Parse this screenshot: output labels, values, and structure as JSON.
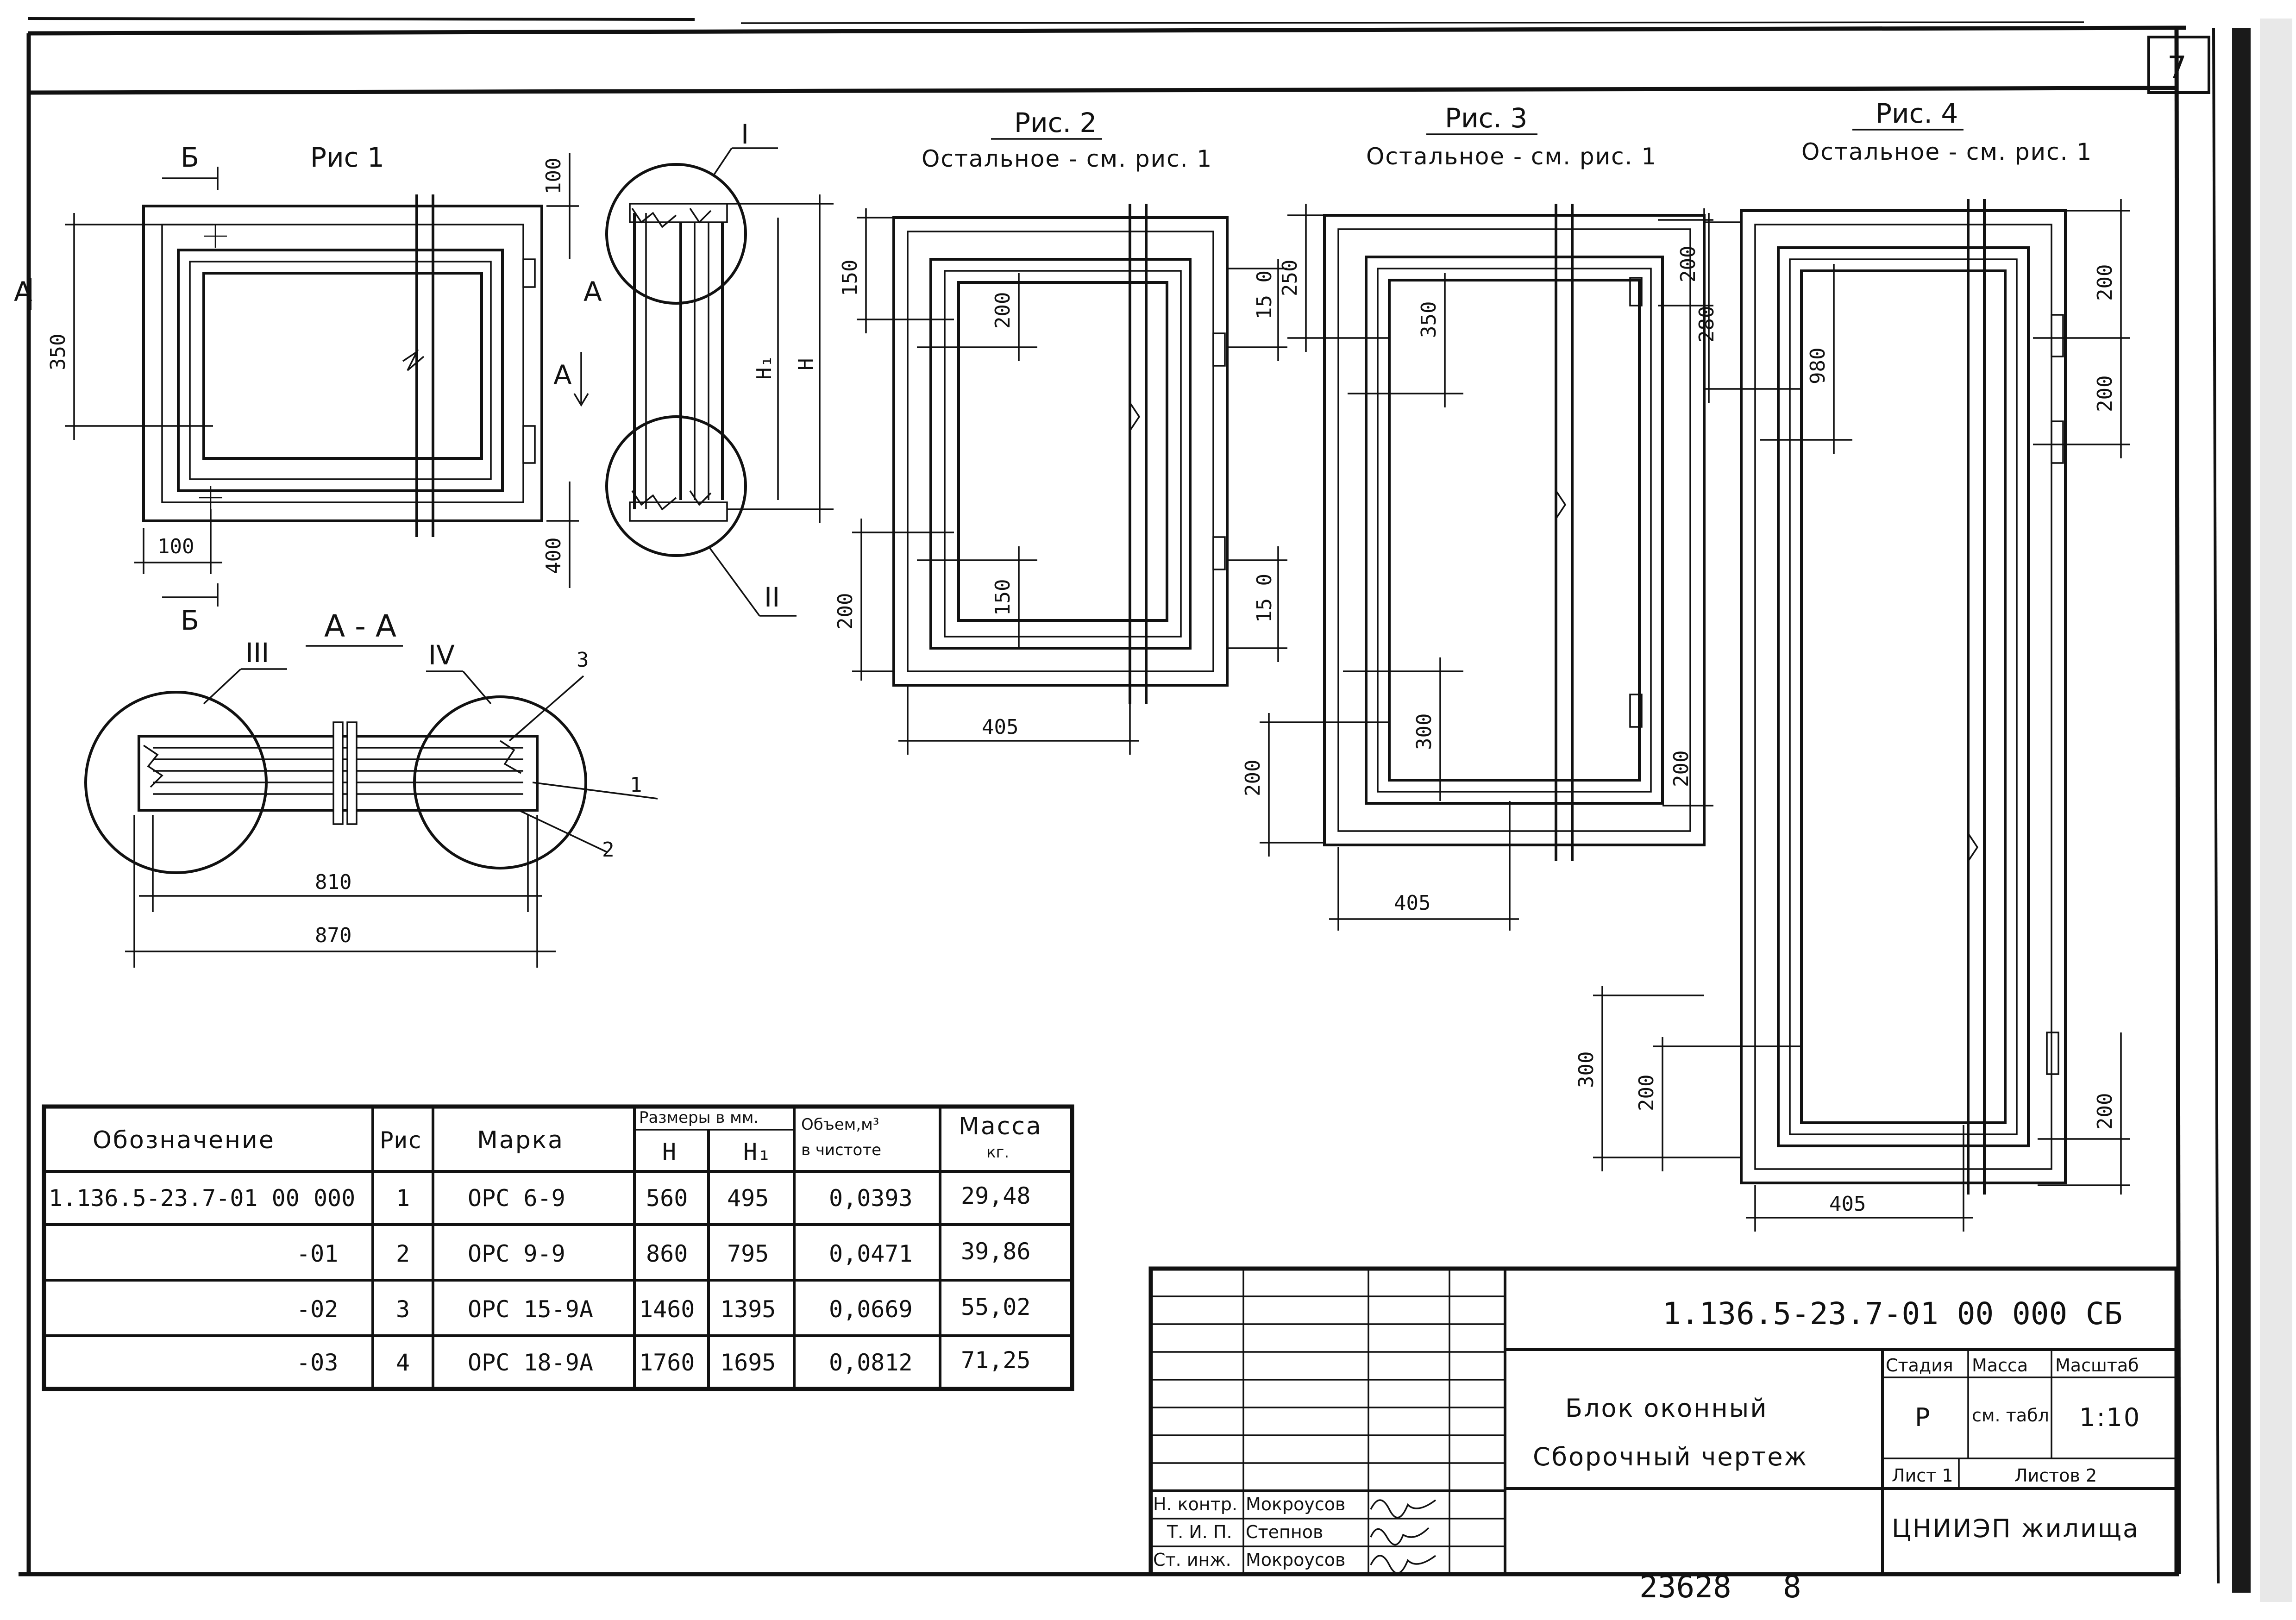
{
  "sheet_number": "7",
  "figures": {
    "fig1": {
      "title": "Рис 1",
      "section_mark": "Б",
      "section_mark_a": "А"
    },
    "fig2": {
      "title": "Рис. 2",
      "note": "Остальное - см. рис. 1"
    },
    "fig3": {
      "title": "Рис. 3",
      "note": "Остальное - см. рис. 1"
    },
    "fig4": {
      "title": "Рис. 4",
      "note": "Остальное - см. рис. 1"
    },
    "section": {
      "title": "А - А"
    }
  },
  "callouts": [
    "I",
    "II",
    "III",
    "IV",
    "1",
    "2",
    "3"
  ],
  "dims": {
    "fig1": {
      "d100a": "100",
      "d350": "350",
      "d100b": "100",
      "d400": "400",
      "H1": "H₁",
      "H": "H"
    },
    "section": {
      "d810": "810",
      "d870": "870"
    },
    "fig2": {
      "d150a": "150",
      "d200a": "200",
      "d150b": "15 0",
      "d200b": "200",
      "d150c": "150",
      "d150d": "15 0",
      "d405": "405"
    },
    "fig3": {
      "d250": "250",
      "d350": "350",
      "d200a": "200",
      "d280": "280",
      "d300": "300",
      "d200b": "200",
      "d200c": "200",
      "d405": "405"
    },
    "fig4": {
      "d200a": "200",
      "d980": "980",
      "d200b": "200",
      "d300": "300",
      "d200c": "200",
      "d200d": "200",
      "d405": "405"
    }
  },
  "spec_table": {
    "headers": {
      "designation": "Обозначение",
      "fig": "Рис",
      "mark": "Марка",
      "sizes": "Размеры в мм.",
      "H": "H",
      "H1": "H₁",
      "volume": "Объем,м³ в чистоте",
      "mass": "Масса кг."
    },
    "rows": [
      {
        "designation": "1.136.5-23.7-01 00 000",
        "fig": "1",
        "mark": "ОРС 6-9",
        "H": "560",
        "H1": "495",
        "volume": "0,0393",
        "mass": "29,48"
      },
      {
        "designation": "-01",
        "fig": "2",
        "mark": "ОРС 9-9",
        "H": "860",
        "H1": "795",
        "volume": "0,0471",
        "mass": "39,86"
      },
      {
        "designation": "-02",
        "fig": "3",
        "mark": "ОРС 15-9А",
        "H": "1460",
        "H1": "1395",
        "volume": "0,0669",
        "mass": "55,02"
      },
      {
        "designation": "-03",
        "fig": "4",
        "mark": "ОРС 18-9А",
        "H": "1760",
        "H1": "1695",
        "volume": "0,0812",
        "mass": "71,25"
      }
    ]
  },
  "title_block": {
    "code": "1.136.5-23.7-01 00 000 СБ",
    "name_line1": "Блок оконный",
    "name_line2": "Сборочный чертеж",
    "stage_label": "Стадия",
    "mass_label": "Масса",
    "scale_label": "Масштаб",
    "stage": "Р",
    "mass": "см. табл",
    "scale": "1:10",
    "sheet_label": "Лист 1",
    "sheets_label": "Листов 2",
    "org": "ЦНИИЭП жилища",
    "staff": [
      {
        "role": "Н. контр.",
        "name": "Мокроусов"
      },
      {
        "role": "Т. И. П.",
        "name": "Степнов"
      },
      {
        "role": "Ст. инж.",
        "name": "Мокроусов"
      }
    ]
  },
  "footer": {
    "archive_no": "23628",
    "page": "8"
  }
}
